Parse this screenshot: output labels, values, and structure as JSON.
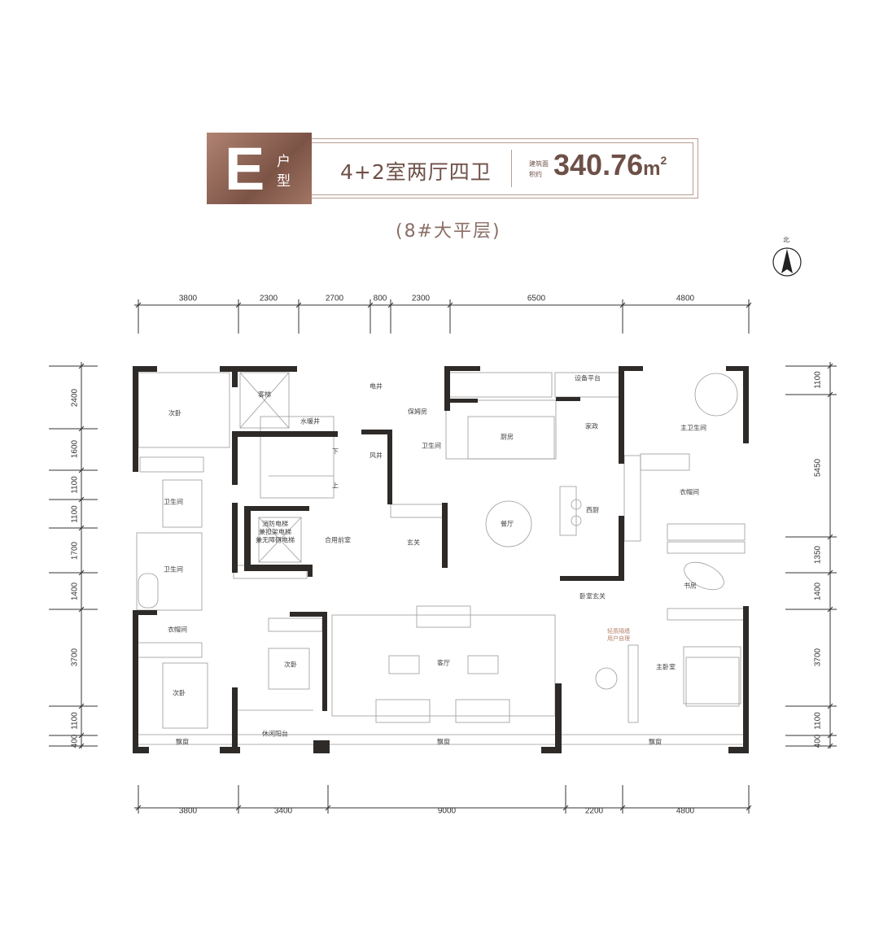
{
  "header": {
    "unit_letter": "E",
    "unit_suffix": "户型",
    "rooms": "4+2室两厅四卫",
    "area_label": "建筑面积约",
    "area_value": "340.76",
    "area_unit": "m",
    "area_unit_sup": "2",
    "subtitle": "(8#大平层)",
    "brand_color": "#8a5f50"
  },
  "compass": {
    "label": "北"
  },
  "dimensions": {
    "top": [
      "3800",
      "2300",
      "2700",
      "800",
      "2300",
      "6500",
      "4800"
    ],
    "bottom": [
      "3800",
      "3400",
      "9000",
      "2200",
      "4800"
    ],
    "left": [
      "2400",
      "1600",
      "1100",
      "1100",
      "1700",
      "1400",
      "3700",
      "1100",
      "400"
    ],
    "right": [
      "1100",
      "5450",
      "1350",
      "1400",
      "3700",
      "1100",
      "400"
    ]
  },
  "rooms": {
    "bedroom_nw": "次卧",
    "elevator": "客梯",
    "elec_shaft": "电井",
    "nanny": "保姆房",
    "water_shaft": "水暖井",
    "air_shaft": "风井",
    "bath_nanny": "卫生间",
    "bath_w1": "卫生间",
    "bath_w2": "卫生间",
    "fire_elevator_1": "消防电梯",
    "fire_elevator_2": "兼担架电梯",
    "fire_elevator_3": "兼无障碍电梯",
    "lobby": "合用前室",
    "foyer": "玄关",
    "kitchen": "厨房",
    "housekeeping": "家政",
    "equipment": "设备平台",
    "master_bath": "主卫生间",
    "closet_master": "衣帽间",
    "western_kitchen": "西厨",
    "dining": "餐厅",
    "study": "书房",
    "bedroom_foyer": "卧室玄关",
    "living": "客厅",
    "bedroom_mid": "次卧",
    "bedroom_sw": "次卧",
    "closet_sw": "衣帽间",
    "balcony": "休闲阳台",
    "bay_1": "飘窗",
    "bay_2": "飘窗",
    "bay_3": "飘窗",
    "master_bedroom": "主卧室",
    "stair_down": "下",
    "stair_up": "上"
  },
  "annotation": {
    "line1": "轻质隔墙",
    "line2": "用户自理"
  }
}
